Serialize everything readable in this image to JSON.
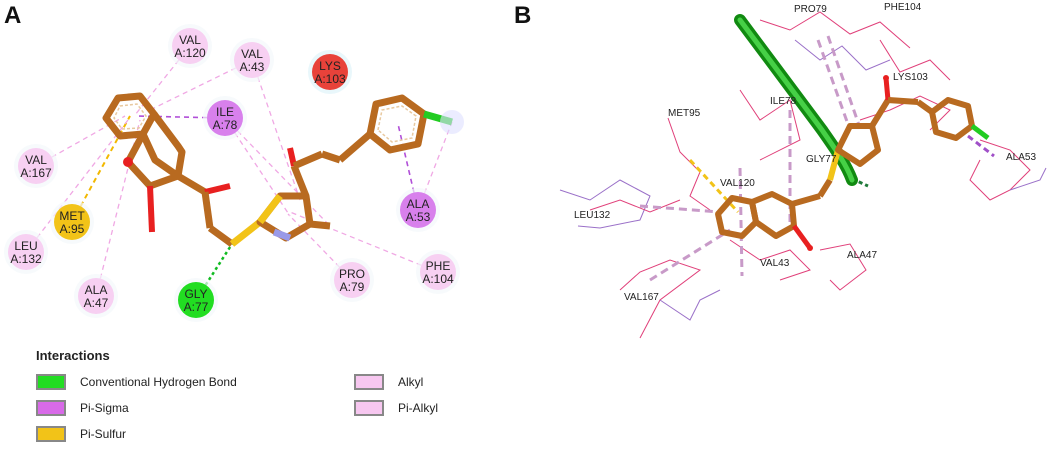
{
  "panels": {
    "a": "A",
    "b": "B"
  },
  "colors": {
    "hbond": "#22dd22",
    "pisigma": "#d86ae8",
    "pisulfur": "#f2c318",
    "alkyl": "#f7c7f0",
    "pialkyl": "#f7c7f0",
    "lys": "#e8423a",
    "ligand": "#b86a20",
    "sulfur": "#f2c318",
    "nitrogen": "#9a9ae8"
  },
  "residues_2d": [
    {
      "id": "val120",
      "line1": "VAL",
      "line2": "A:120",
      "type": "alkyl"
    },
    {
      "id": "val43",
      "line1": "VAL",
      "line2": "A:43",
      "type": "alkyl"
    },
    {
      "id": "lys103",
      "line1": "LYS",
      "line2": "A:103",
      "type": "lys"
    },
    {
      "id": "ile78",
      "line1": "ILE",
      "line2": "A:78",
      "type": "pisigma"
    },
    {
      "id": "val167",
      "line1": "VAL",
      "line2": "A:167",
      "type": "alkyl"
    },
    {
      "id": "met95",
      "line1": "MET",
      "line2": "A:95",
      "type": "pisulfur"
    },
    {
      "id": "leu132",
      "line1": "LEU",
      "line2": "A:132",
      "type": "alkyl"
    },
    {
      "id": "ala47",
      "line1": "ALA",
      "line2": "A:47",
      "type": "alkyl"
    },
    {
      "id": "gly77",
      "line1": "GLY",
      "line2": "A:77",
      "type": "hbond"
    },
    {
      "id": "ala53",
      "line1": "ALA",
      "line2": "A:53",
      "type": "pisigma"
    },
    {
      "id": "pro79",
      "line1": "PRO",
      "line2": "A:79",
      "type": "alkyl"
    },
    {
      "id": "phe104",
      "line1": "PHE",
      "line2": "A:104",
      "type": "alkyl"
    }
  ],
  "labels_3d": [
    {
      "id": "pro79",
      "text": "PRO79"
    },
    {
      "id": "phe104",
      "text": "PHE104"
    },
    {
      "id": "lys103",
      "text": "LYS103"
    },
    {
      "id": "ile78",
      "text": "ILE78"
    },
    {
      "id": "met95",
      "text": "MET95"
    },
    {
      "id": "gly77",
      "text": "GLY77"
    },
    {
      "id": "val120",
      "text": "VAL120"
    },
    {
      "id": "ala53",
      "text": "ALA53"
    },
    {
      "id": "leu132",
      "text": "LEU132"
    },
    {
      "id": "val43",
      "text": "VAL43"
    },
    {
      "id": "ala47",
      "text": "ALA47"
    },
    {
      "id": "val167",
      "text": "VAL167"
    }
  ],
  "legend": {
    "title": "Interactions",
    "items": [
      {
        "id": "hbond",
        "label": "Conventional Hydrogen Bond",
        "color": "#22dd22"
      },
      {
        "id": "pisigma",
        "label": "Pi-Sigma",
        "color": "#d86ae8"
      },
      {
        "id": "pisulfur",
        "label": "Pi-Sulfur",
        "color": "#f2c318"
      },
      {
        "id": "alkyl",
        "label": "Alkyl",
        "color": "#f7c7f0"
      },
      {
        "id": "pialkyl",
        "label": "Pi-Alkyl",
        "color": "#f7c7f0"
      }
    ]
  }
}
